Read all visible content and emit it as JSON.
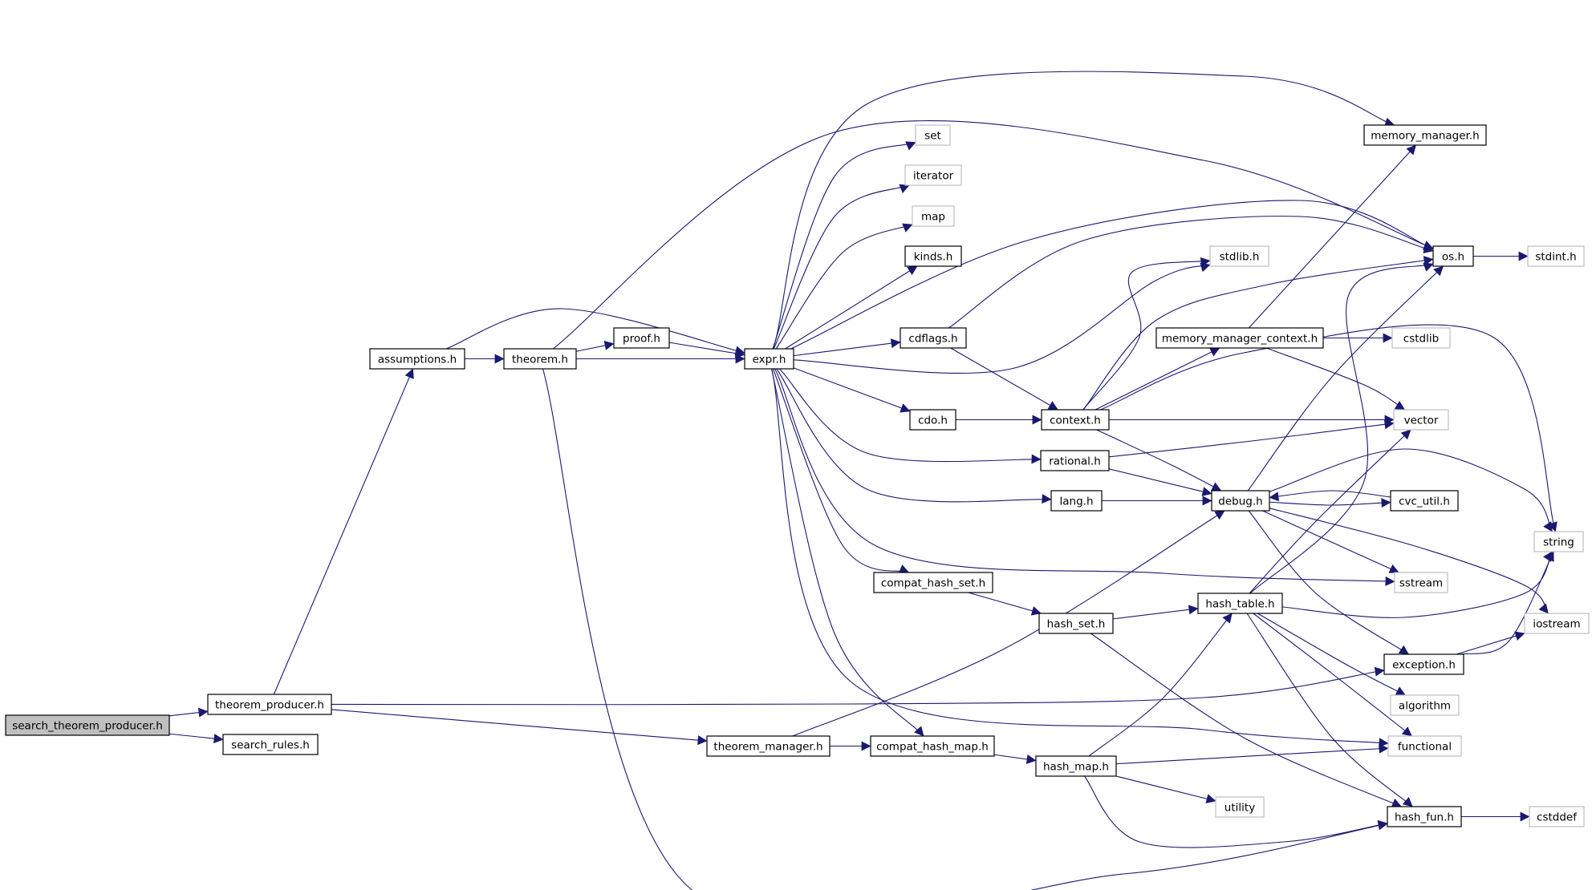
{
  "title": "",
  "colors": {
    "edge": "#191970",
    "root_fill": "#bfbfbf",
    "node_border": "#000000",
    "system_border": "#bfbfbf",
    "node_fill": "#ffffff"
  },
  "nodes": [
    {
      "id": "search_theorem_producer",
      "label": "search_theorem_producer.h",
      "kind": "root"
    },
    {
      "id": "theorem_producer",
      "label": "theorem_producer.h",
      "kind": "local"
    },
    {
      "id": "search_rules",
      "label": "search_rules.h",
      "kind": "local"
    },
    {
      "id": "assumptions",
      "label": "assumptions.h",
      "kind": "local"
    },
    {
      "id": "theorem",
      "label": "theorem.h",
      "kind": "local"
    },
    {
      "id": "proof",
      "label": "proof.h",
      "kind": "local"
    },
    {
      "id": "expr",
      "label": "expr.h",
      "kind": "local"
    },
    {
      "id": "set",
      "label": "set",
      "kind": "system"
    },
    {
      "id": "iterator",
      "label": "iterator",
      "kind": "system"
    },
    {
      "id": "map",
      "label": "map",
      "kind": "system"
    },
    {
      "id": "kinds",
      "label": "kinds.h",
      "kind": "local"
    },
    {
      "id": "cdflags",
      "label": "cdflags.h",
      "kind": "local"
    },
    {
      "id": "cdo",
      "label": "cdo.h",
      "kind": "local"
    },
    {
      "id": "context",
      "label": "context.h",
      "kind": "local"
    },
    {
      "id": "rational",
      "label": "rational.h",
      "kind": "local"
    },
    {
      "id": "lang",
      "label": "lang.h",
      "kind": "local"
    },
    {
      "id": "compat_hash_set",
      "label": "compat_hash_set.h",
      "kind": "local"
    },
    {
      "id": "hash_set",
      "label": "hash_set.h",
      "kind": "local"
    },
    {
      "id": "theorem_manager",
      "label": "theorem_manager.h",
      "kind": "local"
    },
    {
      "id": "compat_hash_map",
      "label": "compat_hash_map.h",
      "kind": "local"
    },
    {
      "id": "hash_map",
      "label": "hash_map.h",
      "kind": "local"
    },
    {
      "id": "memory_manager",
      "label": "memory_manager.h",
      "kind": "local"
    },
    {
      "id": "stdlib",
      "label": "stdlib.h",
      "kind": "system"
    },
    {
      "id": "memory_manager_context",
      "label": "memory_manager_context.h",
      "kind": "local"
    },
    {
      "id": "debug",
      "label": "debug.h",
      "kind": "local"
    },
    {
      "id": "hash_table",
      "label": "hash_table.h",
      "kind": "local"
    },
    {
      "id": "utility",
      "label": "utility",
      "kind": "system"
    },
    {
      "id": "os",
      "label": "os.h",
      "kind": "local"
    },
    {
      "id": "stdint",
      "label": "stdint.h",
      "kind": "system"
    },
    {
      "id": "cstdlib",
      "label": "cstdlib",
      "kind": "system"
    },
    {
      "id": "vector",
      "label": "vector",
      "kind": "system"
    },
    {
      "id": "cvc_util",
      "label": "cvc_util.h",
      "kind": "local"
    },
    {
      "id": "string",
      "label": "string",
      "kind": "system"
    },
    {
      "id": "sstream",
      "label": "sstream",
      "kind": "system"
    },
    {
      "id": "iostream",
      "label": "iostream",
      "kind": "system"
    },
    {
      "id": "exception",
      "label": "exception.h",
      "kind": "local"
    },
    {
      "id": "algorithm",
      "label": "algorithm",
      "kind": "system"
    },
    {
      "id": "functional",
      "label": "functional",
      "kind": "system"
    },
    {
      "id": "hash_fun",
      "label": "hash_fun.h",
      "kind": "local"
    },
    {
      "id": "cstddef",
      "label": "cstddef",
      "kind": "system"
    }
  ],
  "edges": [
    [
      "search_theorem_producer",
      "theorem_producer"
    ],
    [
      "search_theorem_producer",
      "search_rules"
    ],
    [
      "theorem_producer",
      "assumptions"
    ],
    [
      "theorem_producer",
      "exception"
    ],
    [
      "theorem_producer",
      "theorem_manager"
    ],
    [
      "assumptions",
      "theorem"
    ],
    [
      "assumptions",
      "expr"
    ],
    [
      "theorem",
      "proof"
    ],
    [
      "theorem",
      "expr"
    ],
    [
      "theorem",
      "os"
    ],
    [
      "theorem",
      "hash_fun"
    ],
    [
      "proof",
      "expr"
    ],
    [
      "expr",
      "set"
    ],
    [
      "expr",
      "iterator"
    ],
    [
      "expr",
      "map"
    ],
    [
      "expr",
      "kinds"
    ],
    [
      "expr",
      "cdflags"
    ],
    [
      "expr",
      "cdo"
    ],
    [
      "expr",
      "rational"
    ],
    [
      "expr",
      "lang"
    ],
    [
      "expr",
      "compat_hash_set"
    ],
    [
      "expr",
      "compat_hash_map"
    ],
    [
      "expr",
      "memory_manager"
    ],
    [
      "expr",
      "os"
    ],
    [
      "expr",
      "stdlib"
    ],
    [
      "expr",
      "sstream"
    ],
    [
      "expr",
      "functional"
    ],
    [
      "cdflags",
      "context"
    ],
    [
      "cdflags",
      "os"
    ],
    [
      "cdo",
      "context"
    ],
    [
      "context",
      "memory_manager_context"
    ],
    [
      "context",
      "vector"
    ],
    [
      "context",
      "debug"
    ],
    [
      "context",
      "stdlib"
    ],
    [
      "context",
      "os"
    ],
    [
      "context",
      "string"
    ],
    [
      "rational",
      "vector"
    ],
    [
      "rational",
      "debug"
    ],
    [
      "lang",
      "debug"
    ],
    [
      "compat_hash_set",
      "hash_set"
    ],
    [
      "hash_set",
      "hash_table"
    ],
    [
      "hash_set",
      "hash_fun"
    ],
    [
      "theorem_manager",
      "debug"
    ],
    [
      "theorem_manager",
      "compat_hash_map"
    ],
    [
      "compat_hash_map",
      "hash_map"
    ],
    [
      "hash_map",
      "hash_table"
    ],
    [
      "hash_map",
      "utility"
    ],
    [
      "hash_map",
      "functional"
    ],
    [
      "hash_map",
      "hash_fun"
    ],
    [
      "memory_manager_context",
      "memory_manager"
    ],
    [
      "memory_manager_context",
      "cstdlib"
    ],
    [
      "memory_manager_context",
      "vector"
    ],
    [
      "hash_table",
      "vector"
    ],
    [
      "hash_table",
      "os"
    ],
    [
      "hash_table",
      "string"
    ],
    [
      "hash_table",
      "algorithm"
    ],
    [
      "hash_table",
      "functional"
    ],
    [
      "hash_table",
      "hash_fun"
    ],
    [
      "debug",
      "os"
    ],
    [
      "debug",
      "cvc_util"
    ],
    [
      "debug",
      "string"
    ],
    [
      "debug",
      "sstream"
    ],
    [
      "debug",
      "iostream"
    ],
    [
      "debug",
      "exception"
    ],
    [
      "cvc_util",
      "debug"
    ],
    [
      "os",
      "stdint"
    ],
    [
      "exception",
      "string"
    ],
    [
      "exception",
      "iostream"
    ],
    [
      "hash_fun",
      "cstddef"
    ]
  ]
}
